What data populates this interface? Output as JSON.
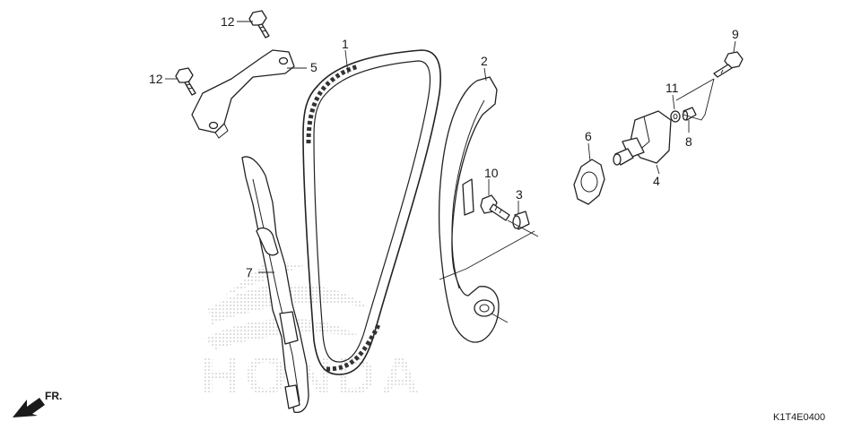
{
  "diagram": {
    "labels": {
      "p1": "1",
      "p2": "2",
      "p3": "3",
      "p4": "4",
      "p5": "5",
      "p6": "6",
      "p7": "7",
      "p8": "8",
      "p9": "9",
      "p10": "10",
      "p11": "11",
      "p12a": "12",
      "p12b": "12"
    },
    "direction_marker": "FR.",
    "diagram_code": "K1T4E0400",
    "watermark": "HONDA"
  }
}
